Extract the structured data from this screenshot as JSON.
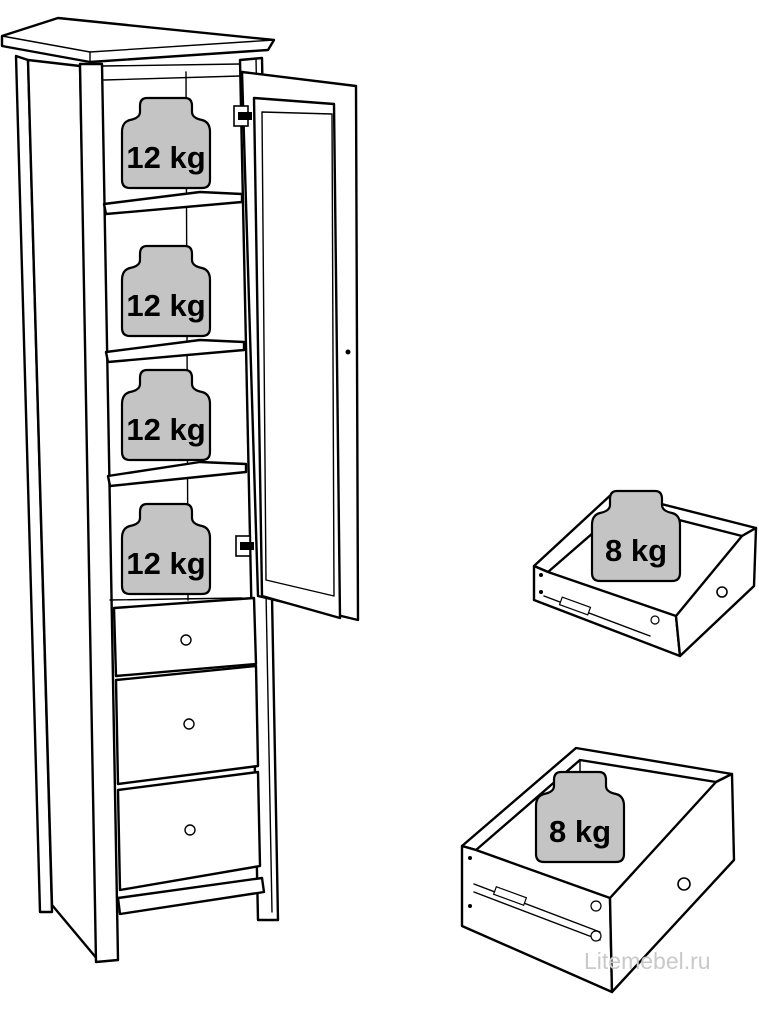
{
  "weights": {
    "shelf_1": "12 kg",
    "shelf_2": "12 kg",
    "shelf_3": "12 kg",
    "shelf_4": "12 kg",
    "drawer_small": "8 kg",
    "drawer_large": "8 kg"
  },
  "watermark": "Litemebel.ru",
  "colors": {
    "weight_fill": "#c4c4c4",
    "line": "#000000",
    "watermark": "#c9c9c9"
  },
  "icons": {
    "weight": "weight-icon",
    "knob": "knob-icon",
    "hinge": "hinge-icon"
  }
}
